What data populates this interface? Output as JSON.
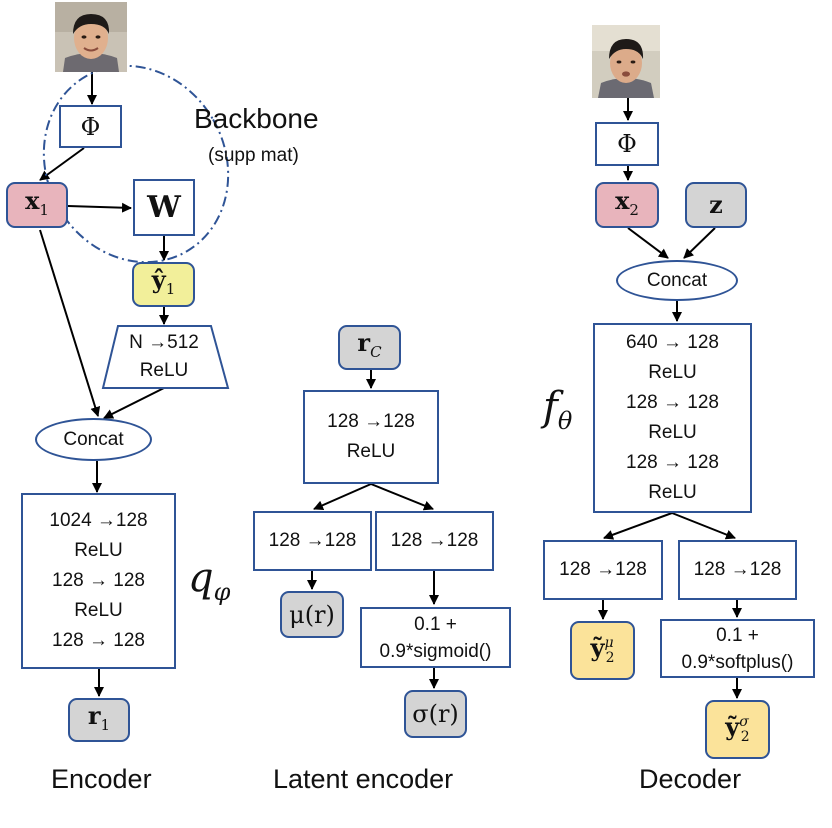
{
  "encoder": {
    "phi": "Φ",
    "backbone_label": "Backbone",
    "supp_label": "(supp mat)",
    "x1": "x",
    "x1_sub": "1",
    "w": "W",
    "y1hat": "ŷ",
    "y1hat_sub": "1",
    "trap_line1": "N →512",
    "trap_line2": "ReLU",
    "concat": "Concat",
    "mlp_lines": [
      "1024 →128",
      "ReLU",
      "128 → 128",
      "ReLU",
      "128 → 128"
    ],
    "q_symbol": "q",
    "q_sub": "φ",
    "r1": "r",
    "r1_sub": "1",
    "title": "Encoder"
  },
  "latent": {
    "rc": "r",
    "rc_sub": "C",
    "mlp_line1": "128 →128",
    "mlp_line2": "ReLU",
    "left_box": "128 →128",
    "right_box": "128 →128",
    "mu": "μ(r)",
    "sig_line1": "0.1 +",
    "sig_line2": "0.9*sigmoid()",
    "sigma": "σ(r)",
    "title": "Latent encoder"
  },
  "decoder": {
    "phi": "Φ",
    "x2": "x",
    "x2_sub": "2",
    "z": "z",
    "concat": "Concat",
    "mlp_lines": [
      "640 → 128",
      "ReLU",
      "128 → 128",
      "ReLU",
      "128 → 128",
      "ReLU"
    ],
    "f_symbol": "f",
    "f_sub": "θ",
    "left_box": "128 →128",
    "right_box": "128 →128",
    "mu_out": "ỹ",
    "mu_out_sub": "2",
    "mu_out_sup": "μ",
    "sp_line1": "0.1 +",
    "sp_line2": "0.9*softplus()",
    "sigma_out": "ỹ",
    "sigma_out_sub": "2",
    "sigma_out_sup": "σ",
    "title": "Decoder"
  },
  "colors": {
    "stroke": "#2f5496",
    "pink": "#e8b4bc",
    "gray": "#d4d4d4",
    "yellow": "#f2ef9a",
    "gold": "#fbe39a"
  }
}
